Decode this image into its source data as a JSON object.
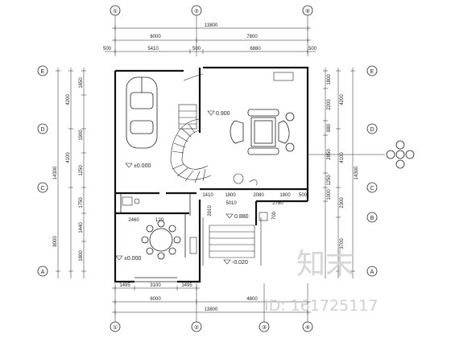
{
  "axes": {
    "top": [
      "①",
      "②",
      "④"
    ],
    "bottom": [
      "①",
      "②",
      "③",
      "④"
    ],
    "left": [
      "E",
      "D",
      "C",
      "A"
    ],
    "right": [
      "E",
      "D",
      "C",
      "B",
      "A"
    ]
  },
  "dims": {
    "top": {
      "total": "13800",
      "row1": [
        "6000",
        "7800"
      ],
      "row2": [
        "500",
        "5410",
        "500",
        "6880",
        "500"
      ]
    },
    "bottom": {
      "row1": [
        "1495",
        "3100",
        "1495"
      ],
      "row2": [
        "6000",
        "4800"
      ],
      "total": "13800"
    },
    "left": {
      "outer": [
        "14300",
        "8000"
      ],
      "mid": [
        "4200",
        "4100"
      ],
      "inner": [
        "1650",
        "1900",
        "1250",
        "1750",
        "1440",
        "1800"
      ]
    },
    "right": {
      "outer": [
        "14300"
      ],
      "mid": [
        "4200",
        "4100",
        "2300",
        "3700"
      ],
      "inner": [
        "1800",
        "2200",
        "880",
        "2850",
        "1250",
        "1000"
      ]
    },
    "interior": [
      "1410",
      "1800",
      "2080",
      "1800",
      "500",
      "5010",
      "2780",
      "2460",
      "120",
      "2910",
      "700"
    ]
  },
  "levels": [
    "±0.000",
    "0.900",
    "0.880",
    "±0.000",
    "-0.020"
  ],
  "watermark": {
    "logo": "知末",
    "id": "ID: 161725117"
  },
  "colors": {
    "line": "#222222",
    "wall": "#111111",
    "watermark": "#d9d9d9"
  }
}
